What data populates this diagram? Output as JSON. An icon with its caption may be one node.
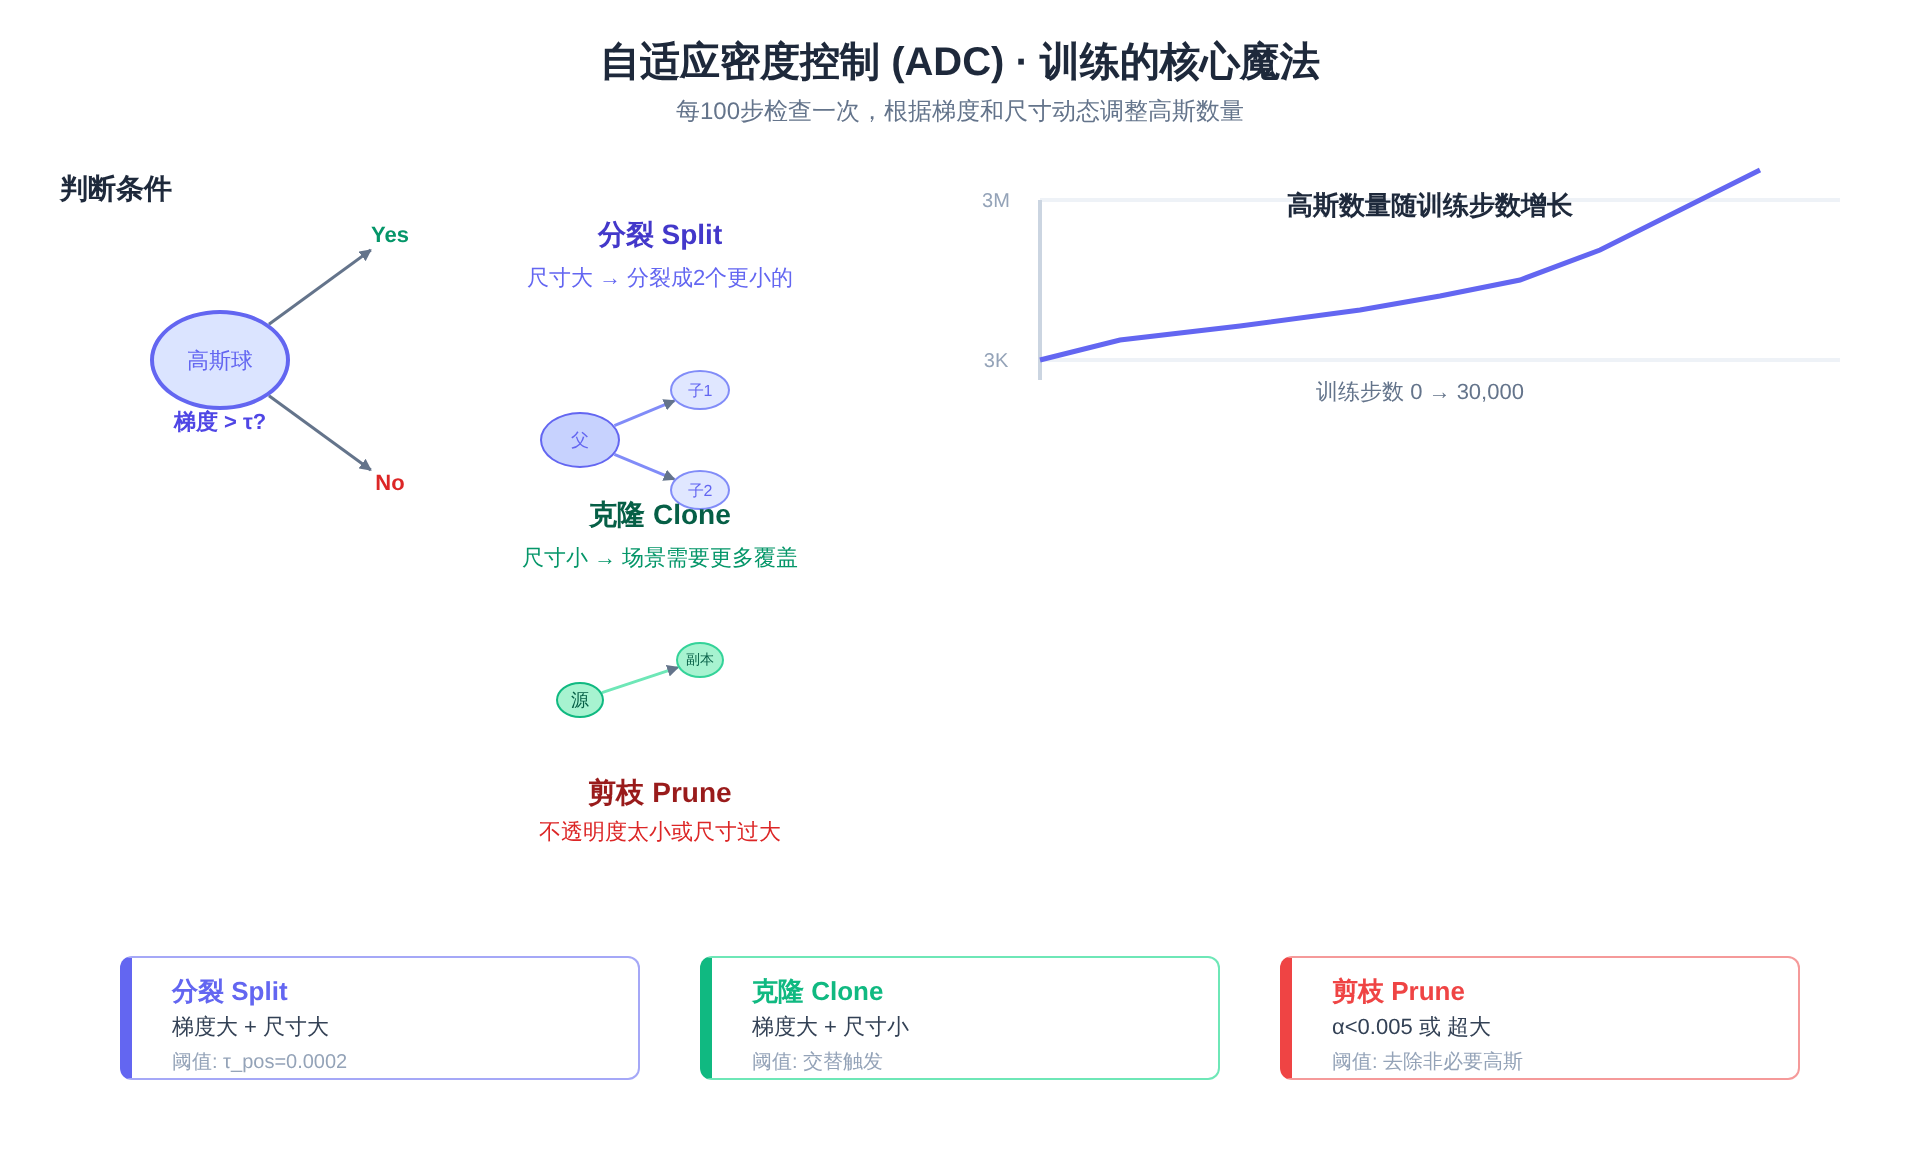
{
  "diagram": {
    "title": "自适应密度控制 (ADC) · 训练的核心魔法",
    "caption": "每100步检查一次，根据梯度和尺寸动态调整高斯数量",
    "nodes": [
      {
        "text": [
          "高斯球"
        ],
        "beside": [
          "梯度 > τ?"
        ]
      },
      {
        "text": [
          "Yes"
        ]
      },
      {
        "text": [
          "No"
        ]
      },
      {
        "text": [
          "父"
        ]
      },
      {
        "text": [
          "子1"
        ]
      },
      {
        "text": [
          "子2"
        ]
      },
      {
        "text": [
          "源"
        ]
      },
      {
        "text": [
          "副本"
        ]
      },
      {
        "text": [
          "分裂 Split",
          "梯度大 + 尺寸大",
          "阈值: τ_pos=0.0002"
        ]
      },
      {
        "text": [
          "克隆 Clone",
          "梯度大 + 尺寸小",
          "阈值: 交替触发"
        ]
      },
      {
        "text": [
          "剪枝 Prune",
          "α<0.005 或 超大",
          "阈值: 去除非必要高斯"
        ]
      }
    ],
    "edges": [
      {
        "from": 0,
        "to": 1,
        "arrow": "to"
      },
      {
        "from": 0,
        "to": 2,
        "arrow": "to"
      },
      {
        "from": 3,
        "to": 4,
        "arrow": "to",
        "color": "#818cf8"
      },
      {
        "from": 3,
        "to": 5,
        "arrow": "to",
        "color": "#818cf8"
      },
      {
        "from": 6,
        "to": 7,
        "arrow": "to",
        "color": "#6ee7b7"
      }
    ],
    "labels": [
      "判断条件",
      "分裂 Split",
      "尺寸大 → 分裂成2个更小的",
      "克隆 Clone",
      "尺寸小 → 场景需要更多覆盖",
      "剪枝 Prune",
      "不透明度太小或尺寸过大",
      "3M",
      "高斯数量随训练步数增长",
      "3K",
      "训练步数 0 → 30,000"
    ]
  }
}
